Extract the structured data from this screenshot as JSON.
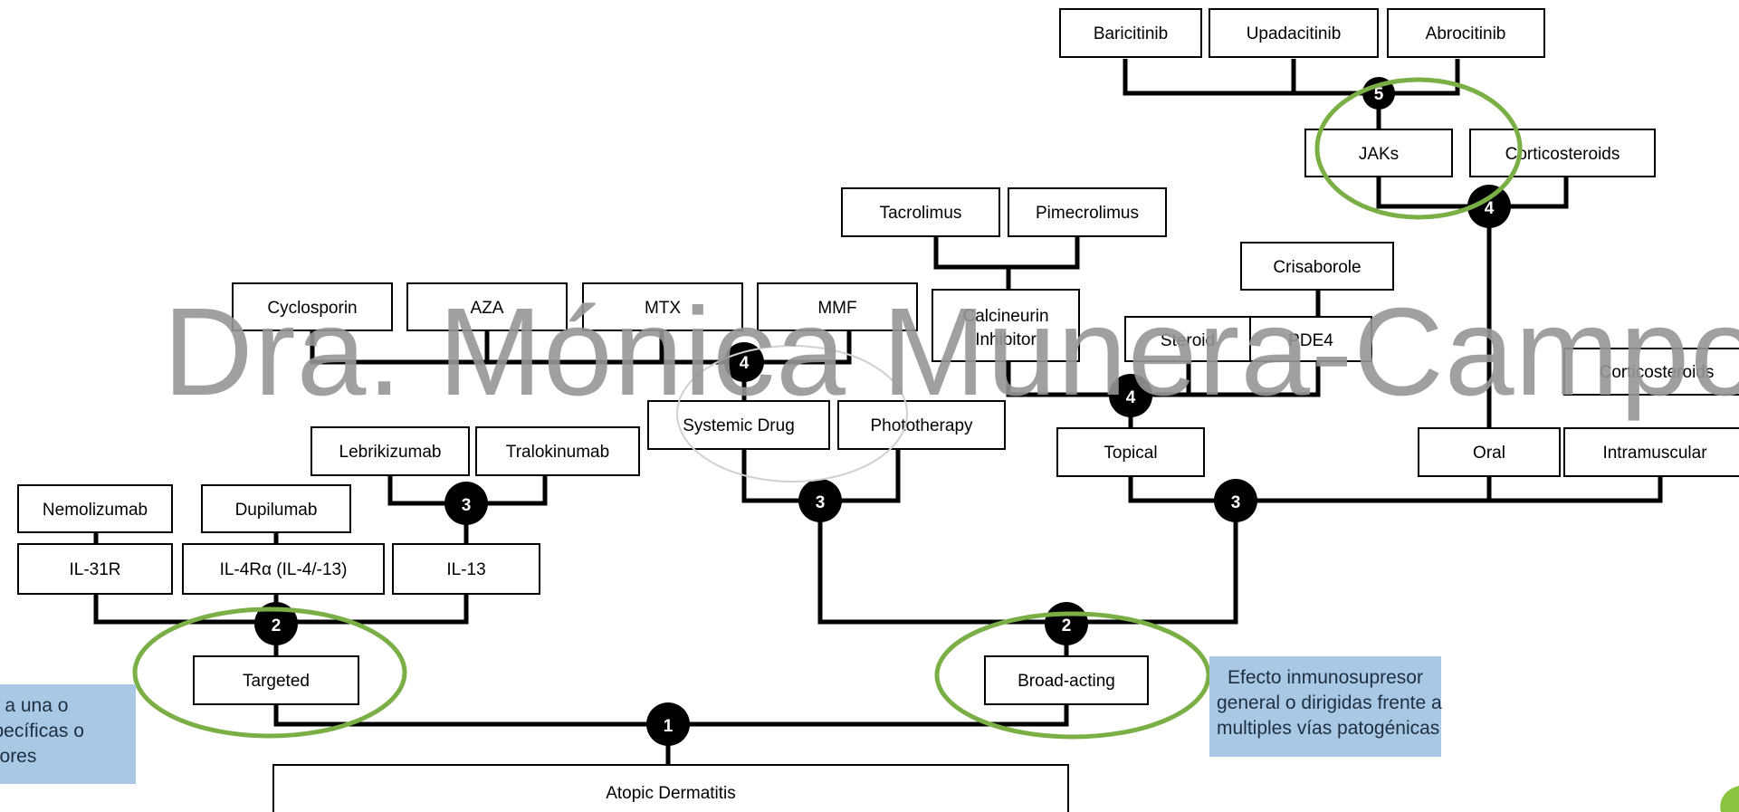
{
  "diagram": {
    "nodes": {
      "baricitinib": "Baricitinib",
      "upadacitinib": "Upadacitinib",
      "abrocitinib": "Abrocitinib",
      "jaks": "JAKs",
      "corticosteroids_top": "Corticosteroids",
      "tacrolimus": "Tacrolimus",
      "pimecrolimus": "Pimecrolimus",
      "crisaborole": "Crisaborole",
      "cyclosporin": "Cyclosporin",
      "aza": "AZA",
      "mtx": "MTX",
      "mmf": "MMF",
      "calcineurin_line1": "Calcineurin",
      "calcineurin_line2": "Inhibitor",
      "steroid": "Steroid",
      "pde4": "PDE4",
      "corticosteroids_right": "Corticosteroids",
      "systemic_drug": "Systemic Drug",
      "phototherapy": "Phototherapy",
      "topical": "Topical",
      "oral": "Oral",
      "intramuscular": "Intramuscular",
      "lebrikizumab": "Lebrikizumab",
      "tralokinumab": "Tralokinumab",
      "nemolizumab": "Nemolizumab",
      "dupilumab": "Dupilumab",
      "il31r": "IL-31R",
      "il4ra": "IL-4Rα (IL-4/-13)",
      "il13": "IL-13",
      "targeted": "Targeted",
      "broad_acting": "Broad-acting",
      "atopic_dermatitis": "Atopic Dermatitis"
    },
    "levels": {
      "l1": "1",
      "l2_left": "2",
      "l2_right": "2",
      "l3_il13": "3",
      "l3_systemic": "3",
      "l3_topical": "3",
      "l4_systemic": "4",
      "l4_topical": "4",
      "l4_oral": "4",
      "l5_jaks": "5"
    }
  },
  "notes": {
    "left_line1": "te a una o",
    "left_line2": "specíficas o",
    "left_line3": "ptores",
    "right_line1": "Efecto inmunosupresor",
    "right_line2": "general o dirigidas frente a",
    "right_line3": "multiples vías patogénicas"
  },
  "watermark": "Dra. Mónica Munera-Campos",
  "colors": {
    "highlight_ring": "#7aaf45",
    "note_background": "#a9c8e5"
  }
}
